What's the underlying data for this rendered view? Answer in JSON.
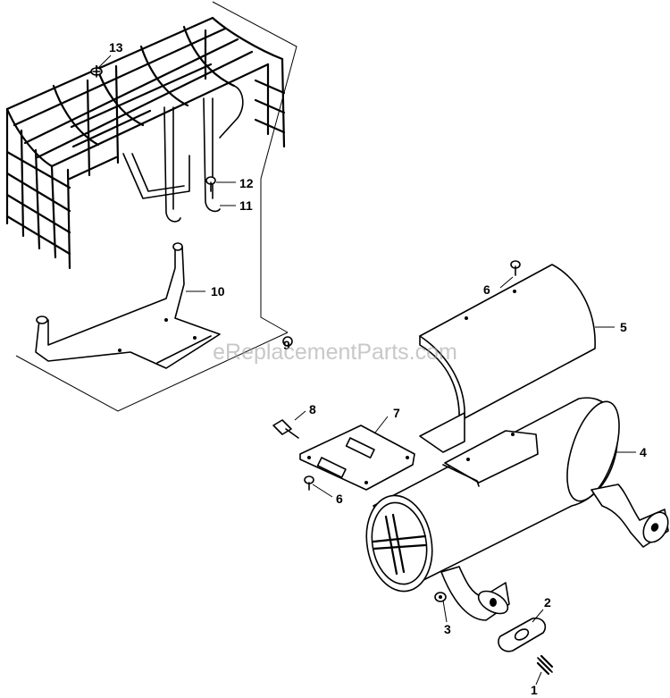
{
  "watermark": "eReplacementParts.com",
  "callouts": [
    {
      "id": "13",
      "label": "13"
    },
    {
      "id": "12",
      "label": "12"
    },
    {
      "id": "11",
      "label": "11"
    },
    {
      "id": "10",
      "label": "10"
    },
    {
      "id": "9",
      "label": "9"
    },
    {
      "id": "6a",
      "label": "6"
    },
    {
      "id": "5",
      "label": "5"
    },
    {
      "id": "8",
      "label": "8"
    },
    {
      "id": "7",
      "label": "7"
    },
    {
      "id": "6b",
      "label": "6"
    },
    {
      "id": "4",
      "label": "4"
    },
    {
      "id": "3",
      "label": "3"
    },
    {
      "id": "2",
      "label": "2"
    },
    {
      "id": "1",
      "label": "1"
    }
  ]
}
